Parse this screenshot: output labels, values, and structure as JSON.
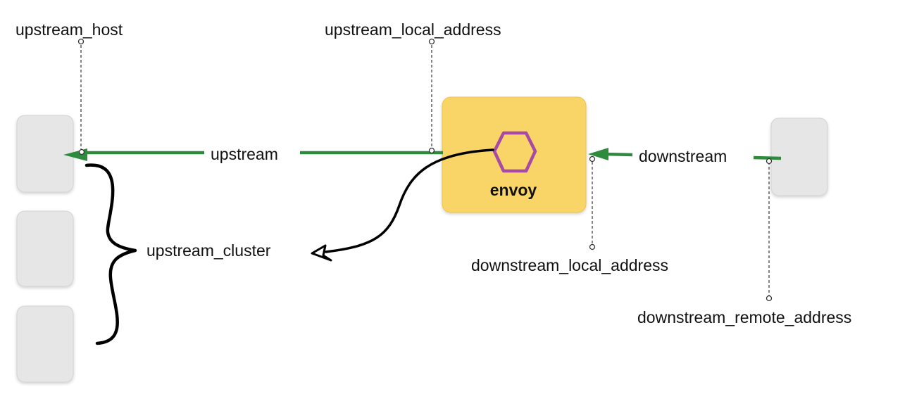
{
  "labels": {
    "upstream_host": "upstream_host",
    "upstream_local_address": "upstream_local_address",
    "upstream": "upstream",
    "downstream": "downstream",
    "upstream_cluster": "upstream_cluster",
    "downstream_local_address": "downstream_local_address",
    "downstream_remote_address": "downstream_remote_address",
    "envoy": "envoy"
  },
  "colors": {
    "arrow_green": "#2e8b3e",
    "envoy_fill": "#f8d566",
    "envoy_hexagon": "#a84aa5",
    "host_box_fill": "#e6e6e6",
    "host_box_stroke": "#d4d4d4"
  },
  "icons": {
    "envoy": "hexagon-icon"
  }
}
